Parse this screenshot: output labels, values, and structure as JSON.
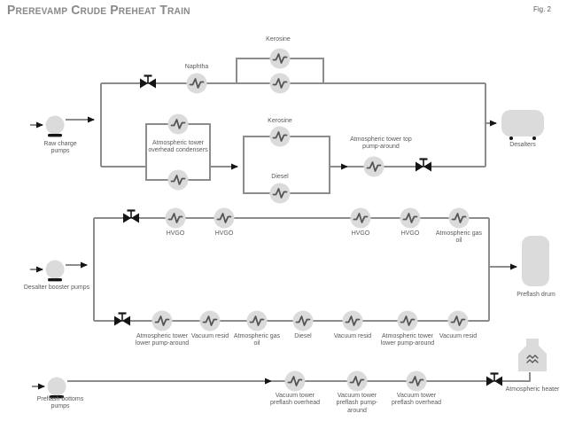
{
  "title": "Prerevamp Crude Preheat Train",
  "figure": "Fig. 2",
  "colors": {
    "line": "#8c8c8c",
    "fill": "#dbdbdb",
    "symbol": "#555555",
    "ink": "#151515",
    "text": "#5a5a5a",
    "title": "#8a8a8a"
  },
  "icons": {
    "heat_exchanger": "circle-with-sine-wave",
    "control_valve": "black-bowtie-with-stem",
    "pump": "circle-with-black-base",
    "arrowhead": "black-triangle",
    "heater_coil": "double-zigzag"
  },
  "charge_section": {
    "pump": "Raw charge pumps",
    "naphtha_hx": "Naphtha",
    "kerosine_loop_hx": "Kerosine",
    "overhead_condensers": "Atmospheric tower overhead condensers",
    "kerosine_hx": "Kerosine",
    "diesel_hx": "Diesel",
    "top_pumparound_hx": "Atmospheric tower top pump-around",
    "desalters": "Desalters"
  },
  "desalted_section": {
    "pump": "Desalter booster pumps",
    "top_row_hx": [
      "HVGO",
      "HVGO",
      "HVGO",
      "HVGO",
      "Atmospheric gas oil"
    ],
    "bottom_row_hx": [
      "Atmospheric tower lower pump-around",
      "Vacuum resid",
      "Atmospheric gas oil",
      "Diesel",
      "Vacuum resid",
      "Atmospheric tower lower pump-around",
      "Vacuum resid"
    ],
    "preflash_drum": "Preflash drum"
  },
  "preflash_section": {
    "pump": "Preflash bottoms pumps",
    "row_hx": [
      "Vacuum tower preflash overhead",
      "Vacuum tower preflash pump-around",
      "Vacuum tower preflash overhead"
    ],
    "heater": "Atmospheric heater"
  }
}
